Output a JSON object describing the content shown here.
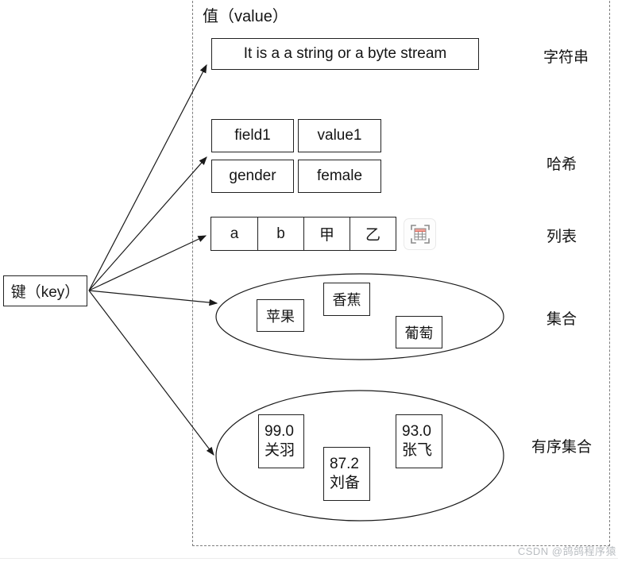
{
  "key_box": {
    "label": "键（key）"
  },
  "value_region": {
    "title": "值（value）",
    "string": {
      "text": "It is a a string or a byte stream",
      "label": "字符串"
    },
    "hash": {
      "cells": [
        [
          "field1",
          "value1"
        ],
        [
          "gender",
          "female"
        ]
      ],
      "label": "哈希"
    },
    "list": {
      "cells": [
        "a",
        "b",
        "甲",
        "乙"
      ],
      "label": "列表"
    },
    "set": {
      "items": [
        "苹果",
        "香蕉",
        "葡萄"
      ],
      "label": "集合"
    },
    "sorted_set": {
      "items": [
        {
          "score": "99.0",
          "member": "关羽"
        },
        {
          "score": "87.2",
          "member": "刘备"
        },
        {
          "score": "93.0",
          "member": "张飞"
        }
      ],
      "label": "有序集合"
    }
  },
  "icons": {
    "list_placeholder": "table-image-placeholder-icon"
  },
  "watermark": {
    "text": "CSDN @鸽鸽程序猿"
  },
  "colors": {
    "line": "#1a1a1a",
    "dashed_border": "#7d7d7d",
    "watermark": "#b9bdc1",
    "icon_accent": "#e36a5d",
    "background": "#ffffff"
  }
}
